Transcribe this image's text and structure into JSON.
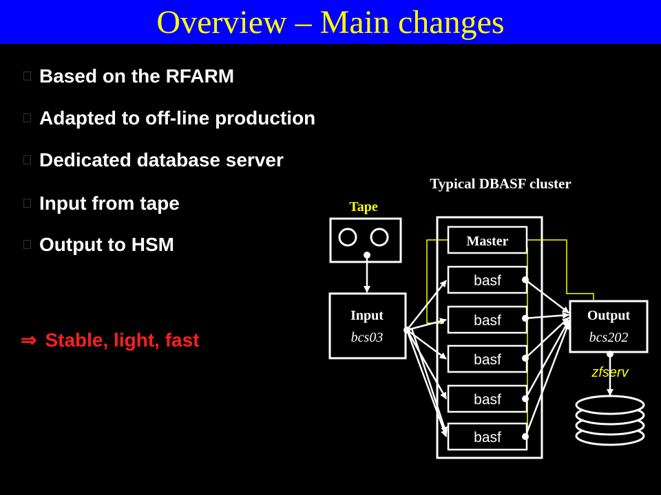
{
  "title": "Overview – Main changes",
  "bullets": [
    "Based on the RFARM",
    "Adapted to off-line production",
    "Dedicated database server",
    "Input from tape",
    "Output to HSM"
  ],
  "conclusion": {
    "arrow": "⇒",
    "text": "Stable, light, fast"
  },
  "diagram": {
    "caption": "Typical DBASF cluster",
    "tape_label": "Tape",
    "input": {
      "label": "Input",
      "host": "bcs03"
    },
    "master_label": "Master",
    "workers": [
      "basf",
      "basf",
      "basf",
      "basf",
      "basf"
    ],
    "output": {
      "label": "Output",
      "host": "bcs202"
    },
    "storage_label": "zfserv",
    "colors": {
      "title_bg": "#0000ff",
      "title_text": "#ffff00",
      "conclusion": "#ff2020",
      "link": "#ffff00",
      "tape_label": "#ffff00",
      "storage_label": "#ffff00"
    }
  }
}
